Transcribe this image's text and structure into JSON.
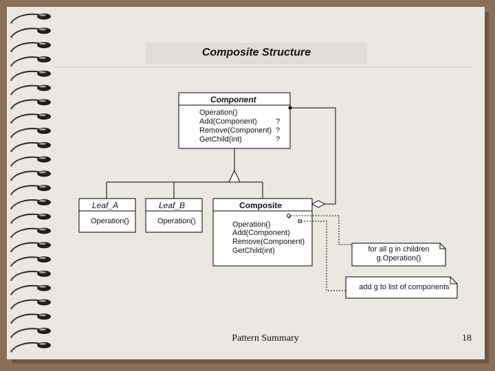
{
  "slide": {
    "title": "Composite Structure",
    "footer": "Pattern Summary",
    "page_number": "18"
  },
  "diagram": {
    "component": {
      "name": "Component",
      "ops": [
        "Operation()",
        "Add(Component)",
        "Remove(Component)",
        "GetChild(int)"
      ],
      "markers": [
        "?",
        "?",
        "?"
      ]
    },
    "leaf_a": {
      "name": "Leaf_A",
      "ops": [
        "Operation()"
      ]
    },
    "leaf_b": {
      "name": "Leaf_B",
      "ops": [
        "Operation()"
      ]
    },
    "composite": {
      "name": "Composite",
      "ops": [
        "Operation()",
        "Add(Component)",
        "Remove(Component)",
        "GetChild(int)"
      ]
    },
    "notes": {
      "operation_note": [
        "for all g in children",
        "g.Operation()"
      ],
      "add_note": "add g to list of components"
    }
  }
}
